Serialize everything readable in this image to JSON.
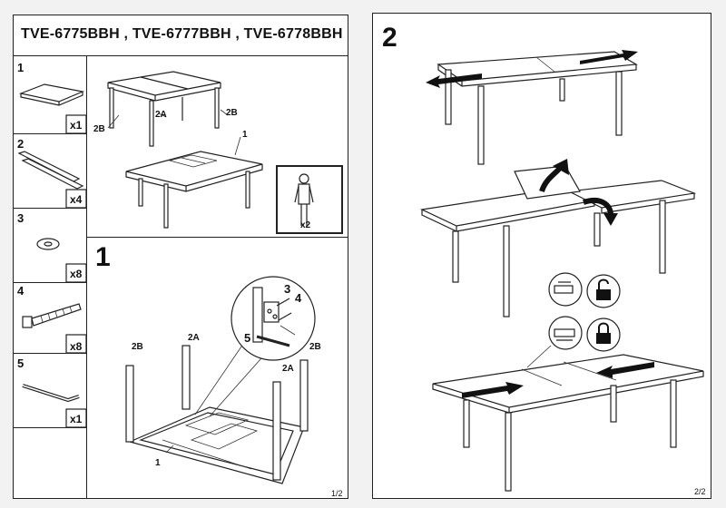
{
  "page1": {
    "title": "TVE-6775BBH , TVE-6777BBH , TVE-6778BBH",
    "parts": [
      {
        "num": "1",
        "qty": "x1",
        "icon": "table-top-icon"
      },
      {
        "num": "2",
        "qty": "x4",
        "icon": "leg-rail-icon"
      },
      {
        "num": "3",
        "qty": "x8",
        "icon": "washer-icon"
      },
      {
        "num": "4",
        "qty": "x8",
        "icon": "bolt-icon"
      },
      {
        "num": "5",
        "qty": "x1",
        "icon": "allen-key-icon"
      }
    ],
    "overview_labels": {
      "l2a": "2A",
      "l2b_left": "2B",
      "l2b_right": "2B",
      "l1": "1"
    },
    "persons": "x2",
    "step": "1",
    "step_labels": {
      "l2b_left": "2B",
      "l2a_back": "2A",
      "l2b_right": "2B",
      "l2a_front": "2A",
      "l1": "1",
      "d3": "3",
      "d4": "4",
      "d5": "5"
    },
    "page_number": "1/2"
  },
  "page2": {
    "step": "2",
    "page_number": "2/2"
  }
}
